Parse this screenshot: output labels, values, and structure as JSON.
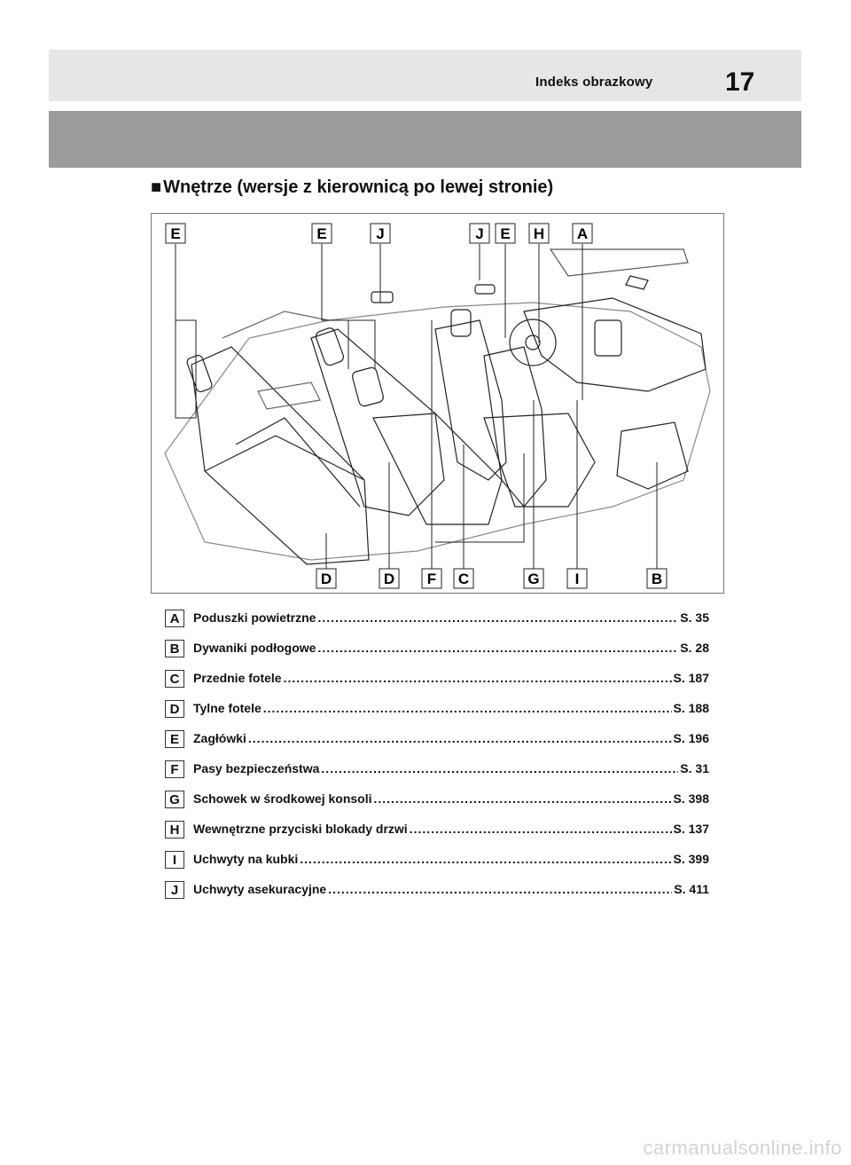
{
  "header": {
    "title": "Indeks obrazkowy",
    "page_number": "17"
  },
  "section": {
    "marker": "■",
    "heading": "Wnętrze (wersje z kierownicą po lewej stronie)"
  },
  "figure": {
    "top_labels": [
      "E",
      "E",
      "J",
      "J",
      "E",
      "H",
      "A"
    ],
    "bottom_labels": [
      "D",
      "D",
      "F",
      "C",
      "G",
      "I",
      "B"
    ]
  },
  "legend": [
    {
      "letter": "A",
      "text": "Poduszki powietrzne",
      "page": "S. 35"
    },
    {
      "letter": "B",
      "text": "Dywaniki podłogowe",
      "page": "S. 28"
    },
    {
      "letter": "C",
      "text": "Przednie fotele",
      "page": "S. 187"
    },
    {
      "letter": "D",
      "text": "Tylne fotele",
      "page": "S. 188"
    },
    {
      "letter": "E",
      "text": "Zagłówki",
      "page": "S. 196"
    },
    {
      "letter": "F",
      "text": "Pasy bezpieczeństwa",
      "page": "S. 31"
    },
    {
      "letter": "G",
      "text": "Schowek w środkowej konsoli",
      "page": "S. 398"
    },
    {
      "letter": "H",
      "text": "Wewnętrzne przyciski blokady drzwi",
      "page": "S. 137"
    },
    {
      "letter": "I",
      "text": "Uchwyty na kubki",
      "page": "S. 399"
    },
    {
      "letter": "J",
      "text": "Uchwyty asekuracyjne",
      "page": "S. 411"
    }
  ],
  "watermark": "carmanualsonline.info"
}
